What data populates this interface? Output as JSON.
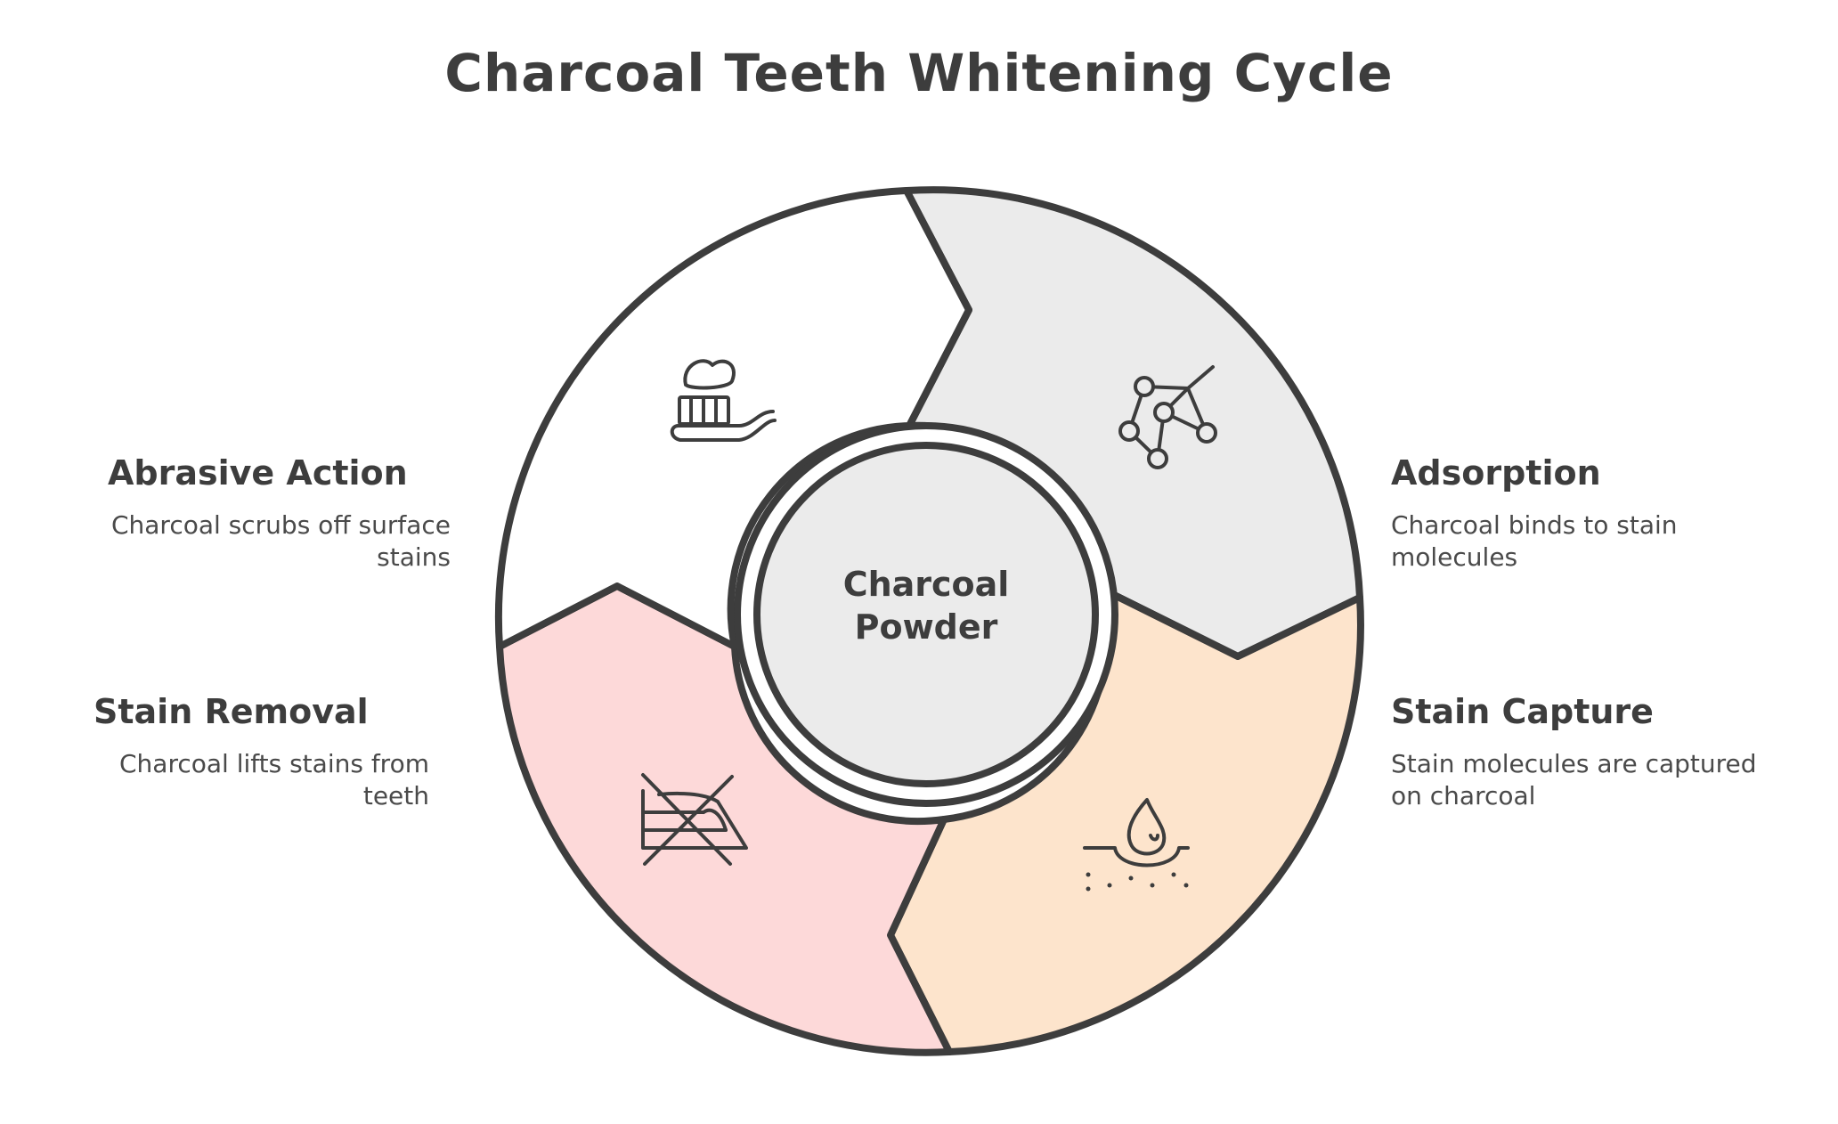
{
  "title": "Charcoal Teeth Whitening Cycle",
  "center": {
    "line1": "Charcoal",
    "line2": "Powder",
    "fill": "#ebebeb"
  },
  "stages": [
    {
      "heading": "Adsorption",
      "description_line1": "Charcoal binds to stain",
      "description_line2": "molecules",
      "fill": "#ebebeb",
      "icon": "molecule-icon"
    },
    {
      "heading": "Stain Capture",
      "description_line1": "Stain molecules are captured",
      "description_line2": "on charcoal",
      "fill": "#fde4cc",
      "icon": "droplet-absorb-icon"
    },
    {
      "heading": "Stain Removal",
      "description_line1": "Charcoal lifts stains from",
      "description_line2": "teeth",
      "fill": "#fdd9d9",
      "icon": "no-stain-icon"
    },
    {
      "heading": "Abrasive Action",
      "description_line1": "Charcoal scrubs off surface",
      "description_line2": "stains",
      "fill": "#ffffff",
      "icon": "toothbrush-icon"
    }
  ],
  "colors": {
    "stroke": "#3d3d3d",
    "text": "#3d3d3d"
  }
}
